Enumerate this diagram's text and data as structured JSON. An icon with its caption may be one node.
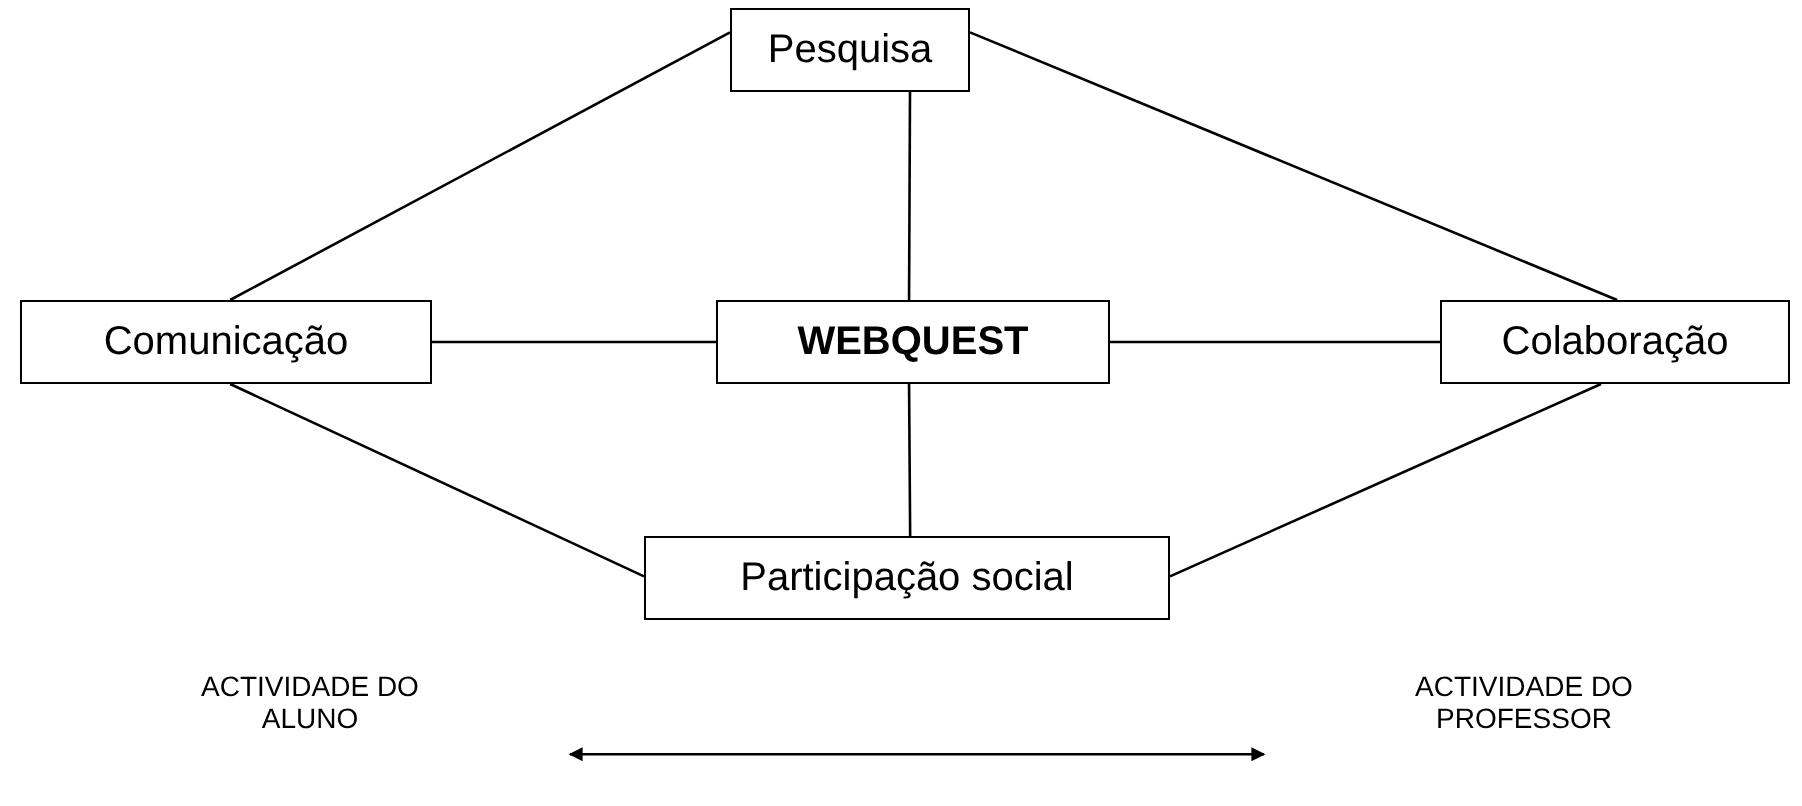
{
  "diagram": {
    "nodes": [
      {
        "text": [
          "Pesquisa"
        ]
      },
      {
        "text": [
          "Comunicação"
        ]
      },
      {
        "text": [
          "WEBQUEST"
        ]
      },
      {
        "text": [
          "Colaboração"
        ]
      },
      {
        "text": [
          "Participação social"
        ]
      },
      {
        "text": [
          "ACTIVIDADE DO ALUNO"
        ]
      },
      {
        "text": [
          "ACTIVIDADE DO PROFESSOR"
        ]
      }
    ],
    "edges": [
      {
        "from": 0,
        "to": 1,
        "arrow": "none"
      },
      {
        "from": 0,
        "to": 3,
        "arrow": "none"
      },
      {
        "from": 0,
        "to": 2,
        "arrow": "none"
      },
      {
        "from": 1,
        "to": 2,
        "arrow": "none"
      },
      {
        "from": 2,
        "to": 3,
        "arrow": "none"
      },
      {
        "from": 2,
        "to": 4,
        "arrow": "none"
      },
      {
        "from": 1,
        "to": 4,
        "arrow": "none"
      },
      {
        "from": 3,
        "to": 4,
        "arrow": "none"
      },
      {
        "from": 5,
        "to": 6,
        "arrow": "both"
      }
    ]
  }
}
